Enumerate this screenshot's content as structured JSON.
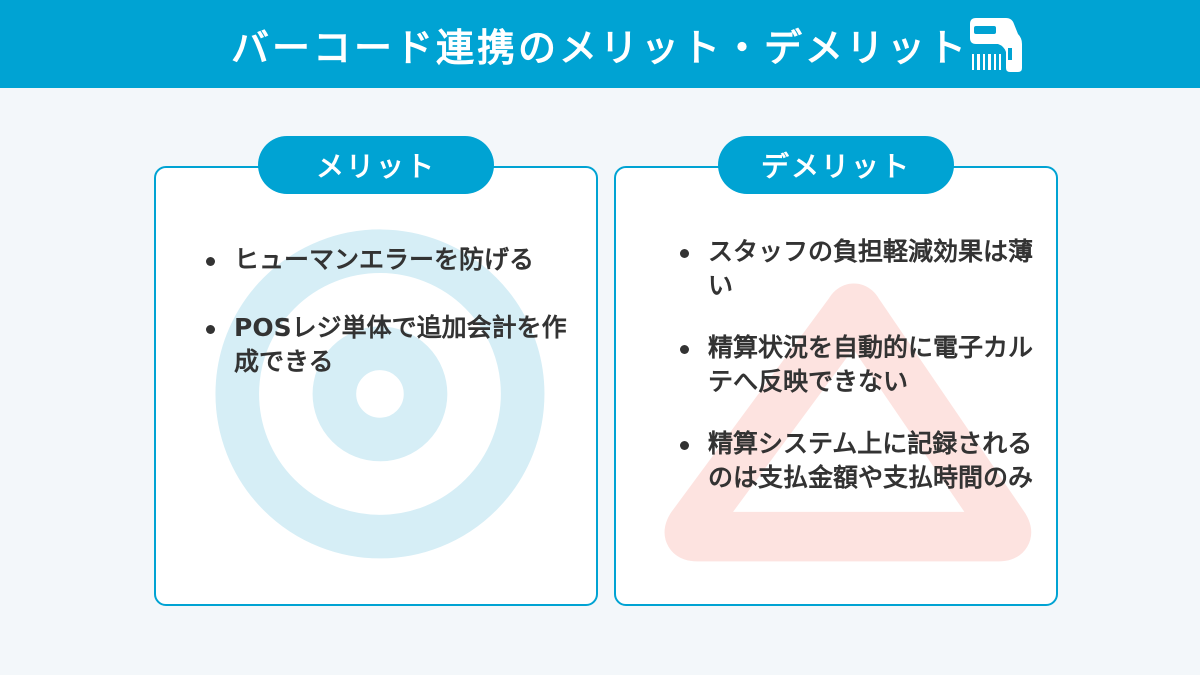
{
  "header": {
    "title": "バーコード連携のメリット・デメリット",
    "icon": "barcode-scanner-icon"
  },
  "merits": {
    "label": "メリット",
    "background_icon": "concentric-circle-icon",
    "items": [
      "ヒューマンエラーを防げる",
      "POSレジ単体で追加会計を作成できる"
    ]
  },
  "demerits": {
    "label": "デメリット",
    "background_icon": "triangle-icon",
    "items": [
      "スタッフの負担軽減効果は薄い",
      "精算状況を自動的に電子カルテへ反映できない",
      "精算システム上に記録されるのは支払金額や支払時間のみ"
    ]
  },
  "colors": {
    "accent": "#00a3d3",
    "background": "#f3f7fa",
    "circle": "#d6eef6",
    "triangle": "#fde3e0",
    "text": "#333333"
  }
}
